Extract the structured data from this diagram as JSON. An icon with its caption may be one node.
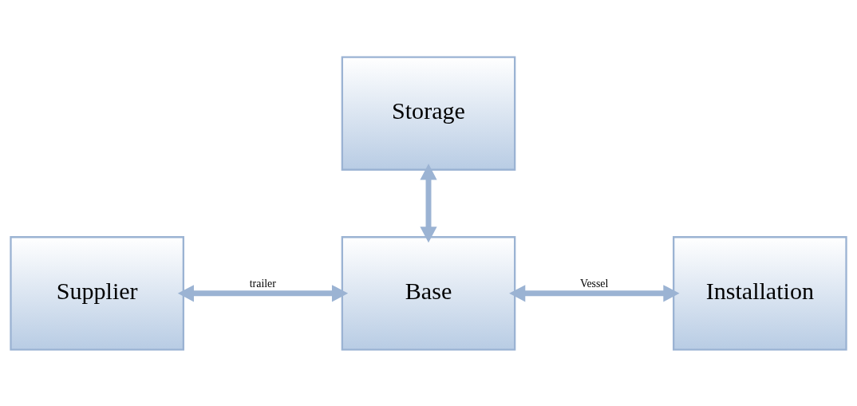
{
  "diagram": {
    "nodes": [
      {
        "text": [
          "Storage"
        ]
      },
      {
        "text": [
          "Supplier"
        ]
      },
      {
        "text": [
          "Base"
        ]
      },
      {
        "text": [
          "Installation"
        ]
      }
    ],
    "edges": [
      {
        "from": 0,
        "to": 2,
        "arrow": "both"
      },
      {
        "from": 1,
        "to": 2,
        "arrow": "both",
        "label": "trailer"
      },
      {
        "from": 2,
        "to": 3,
        "arrow": "both",
        "label": "Vessel"
      }
    ]
  }
}
